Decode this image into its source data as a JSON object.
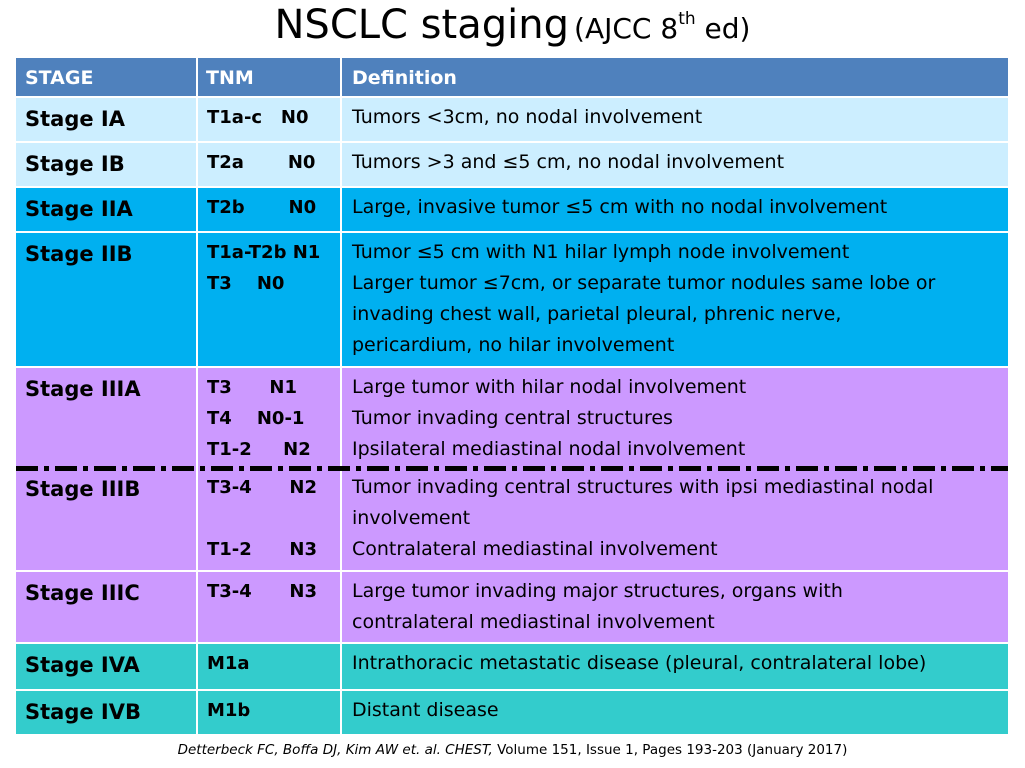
{
  "title": {
    "main": "NSCLC staging",
    "sub_prefix": "(AJCC 8",
    "sub_sup": "th",
    "sub_suffix": " ed)"
  },
  "headers": {
    "stage": "STAGE",
    "tnm": "TNM",
    "definition": "Definition"
  },
  "colors": {
    "header": "#4f81bd",
    "stage_I": "#cceeff",
    "stage_II": "#00b0f0",
    "stage_III": "#cc99ff",
    "stage_IV": "#33cccc"
  },
  "rows": [
    {
      "stage": "Stage IA",
      "tnm": [
        "T1a-c   N0"
      ],
      "definition": [
        "Tumors  <3cm, no nodal involvement"
      ]
    },
    {
      "stage": "Stage IB",
      "tnm": [
        "T2a       N0"
      ],
      "definition": [
        "Tumors  >3 and ≤5 cm, no nodal involvement"
      ]
    },
    {
      "stage": "Stage IIA",
      "tnm": [
        "T2b       N0"
      ],
      "definition": [
        "Large, invasive tumor ≤5 cm with no nodal involvement"
      ]
    },
    {
      "stage": "Stage IIB",
      "tnm": [
        "T1a-T2b N1",
        "T3    N0"
      ],
      "definition": [
        "Tumor ≤5 cm with N1 hilar lymph node involvement",
        "Larger tumor ≤7cm, or separate tumor nodules same lobe or",
        "invading chest wall, parietal pleural, phrenic nerve,",
        "pericardium, no hilar involvement"
      ]
    },
    {
      "stage": "Stage IIIA",
      "tnm": [
        "T3      N1",
        "T4    N0-1",
        "T1-2     N2"
      ],
      "definition": [
        "Large tumor with hilar nodal involvement",
        "Tumor invading central structures",
        "Ipsilateral mediastinal nodal involvement"
      ]
    },
    {
      "stage": "Stage IIIB",
      "tnm": [
        "T3-4      N2",
        "",
        "T1-2      N3"
      ],
      "definition": [
        "Tumor invading central structures with ipsi mediastinal nodal",
        "involvement",
        "Contralateral mediastinal involvement"
      ]
    },
    {
      "stage": "Stage IIIC",
      "tnm": [
        "T3-4      N3"
      ],
      "definition": [
        "Large tumor invading major structures, organs with",
        "contralateral mediastinal involvement"
      ]
    },
    {
      "stage": "Stage IVA",
      "tnm": [
        "M1a"
      ],
      "definition": [
        "Intrathoracic metastatic disease (pleural, contralateral lobe)"
      ]
    },
    {
      "stage": "Stage IVB",
      "tnm": [
        "M1b"
      ],
      "definition": [
        "Distant disease"
      ]
    }
  ],
  "citation": {
    "authors": "Detterbeck FC, Boffa DJ, Kim AW et. al.  CHEST,",
    "rest": " Volume 151, Issue 1, Pages 193-203 (January 2017)"
  }
}
